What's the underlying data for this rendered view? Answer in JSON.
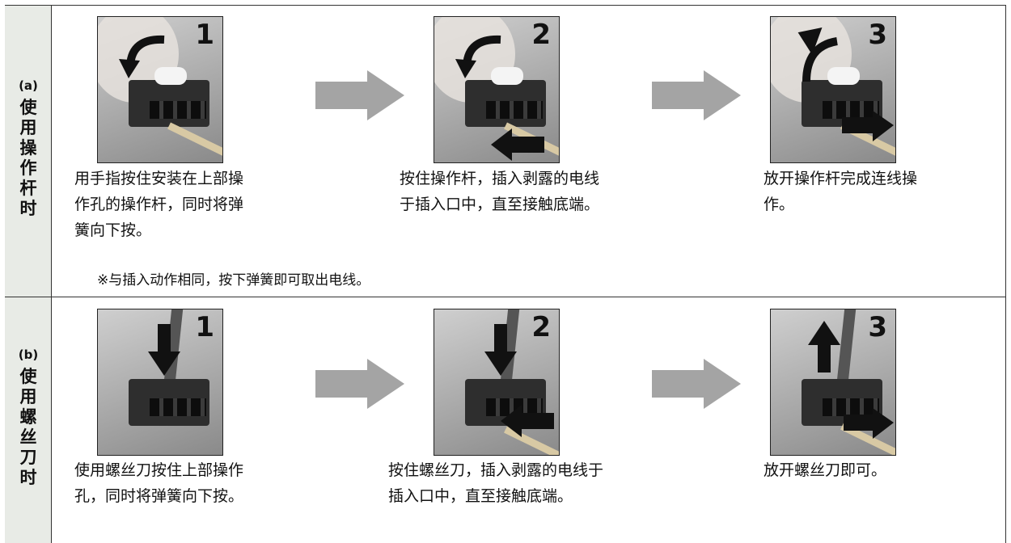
{
  "section_a": {
    "tag": "(a)",
    "label": "使\n用\n操\n作\n杆\n时",
    "steps": [
      {
        "num": "1",
        "caption": "用手指按住安装在上部操\n作孔的操作杆，同时将弹\n簧向下按。"
      },
      {
        "num": "2",
        "caption": "按住操作杆，插入剥露的电线\n于插入口中，直至接触底端。"
      },
      {
        "num": "3",
        "caption": "放开操作杆完成连线操\n作。"
      }
    ],
    "note": "※与插入动作相同，按下弹簧即可取出电线。"
  },
  "section_b": {
    "tag": "(b)",
    "label": "使\n用\n螺\n丝\n刀\n时",
    "steps": [
      {
        "num": "1",
        "caption": "使用螺丝刀按住上部操作\n孔，同时将弹簧向下按。"
      },
      {
        "num": "2",
        "caption": "按住螺丝刀，插入剥露的电线于\n插入口中，直至接触底端。"
      },
      {
        "num": "3",
        "caption": "放开螺丝刀即可。"
      }
    ]
  },
  "colors": {
    "side_bg": "#e8ebe6",
    "arrow": "#a4a4a4",
    "border": "#333333"
  },
  "icons": {
    "step_arrow": "right-arrow-icon"
  }
}
